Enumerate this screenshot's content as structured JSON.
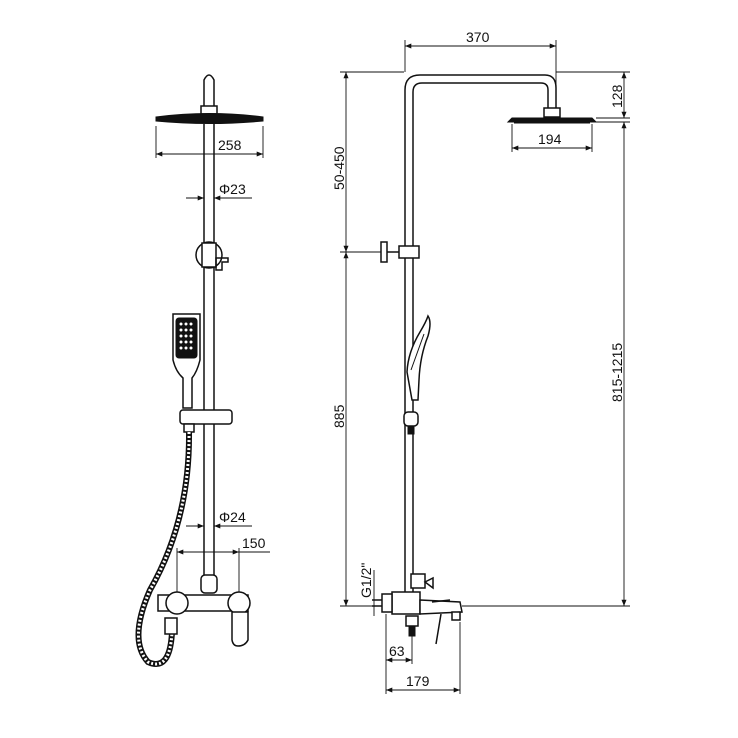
{
  "dimensions": {
    "top_width": "370",
    "head_depth": "128",
    "head_diameter_front": "258",
    "head_diameter_side": "194",
    "pipe_diameter_upper": "Φ23",
    "pipe_diameter_lower": "Φ24",
    "adjust_range": "50-450",
    "mixer_height": "885",
    "total_range": "815-1215",
    "inlet_spacing": "150",
    "thread": "G1/2\"",
    "wall_offset": "63",
    "spout_length": "179"
  },
  "colors": {
    "line": "#111111",
    "background": "#ffffff"
  }
}
